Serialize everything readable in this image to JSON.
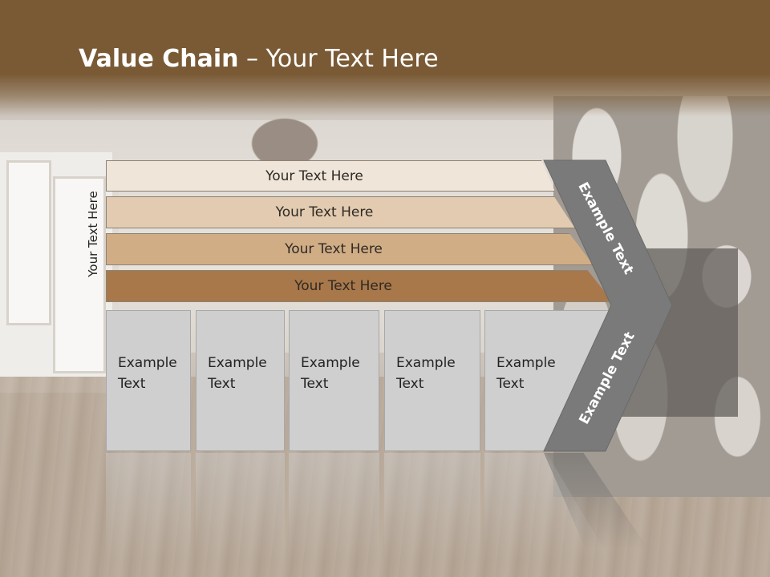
{
  "title": {
    "bold": "Value Chain",
    "rest": " – Your Text Here"
  },
  "side_label": "Your Text Here",
  "bars": [
    {
      "label": "Your Text Here",
      "color": "#efe5d8"
    },
    {
      "label": "Your Text Here",
      "color": "#e2cbb0"
    },
    {
      "label": "Your Text Here",
      "color": "#d1ad85"
    },
    {
      "label": "Your Text Here",
      "color": "#a8784a"
    }
  ],
  "boxes": [
    {
      "label": "Example\nText"
    },
    {
      "label": "Example\nText"
    },
    {
      "label": "Example\nText"
    },
    {
      "label": "Example\nText"
    },
    {
      "label": "Example\nText"
    }
  ],
  "chevron": {
    "top_label": "Example Text",
    "bottom_label": "Example Text",
    "color": "#7a7a7a"
  },
  "colors": {
    "header": "#7a5a35",
    "box_fill": "#cfcfcf"
  }
}
